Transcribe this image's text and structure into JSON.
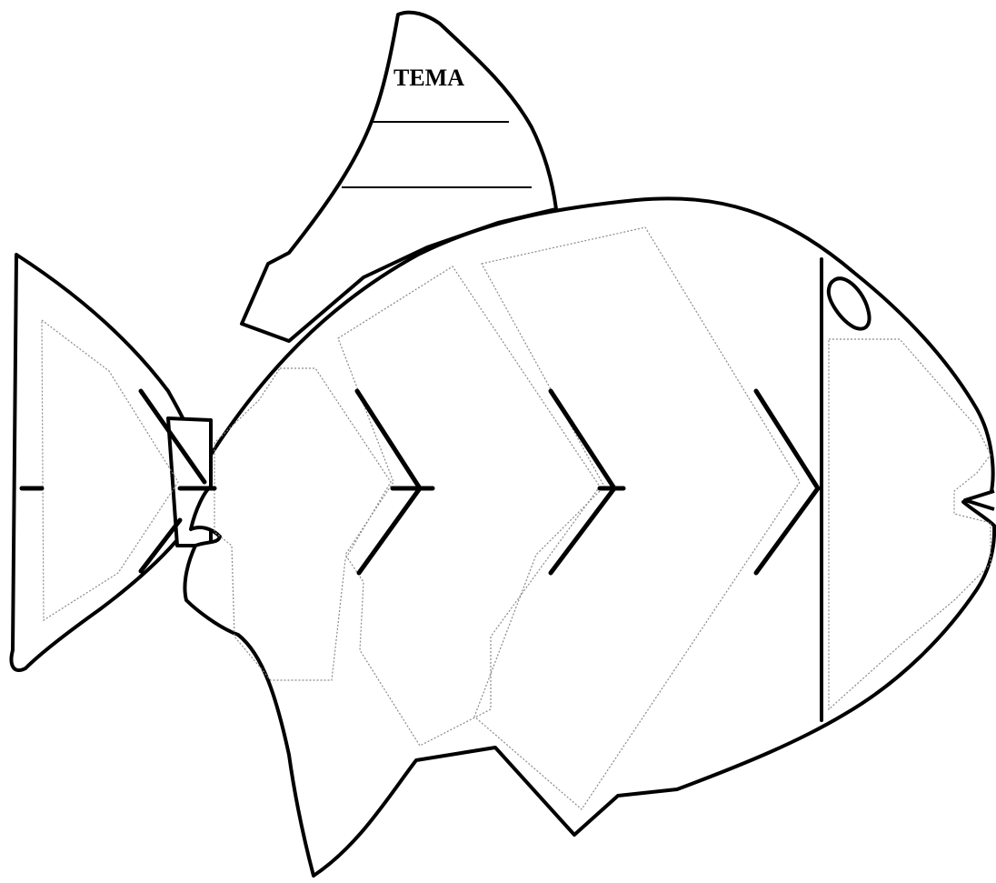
{
  "diagram": {
    "type": "fishbone",
    "topic_label": "TEMA",
    "topic_line_count": 2,
    "cause_sections": 5,
    "colors": {
      "outline": "#000000",
      "guide_dotted": "#8a8a8a",
      "background": "#ffffff"
    }
  }
}
